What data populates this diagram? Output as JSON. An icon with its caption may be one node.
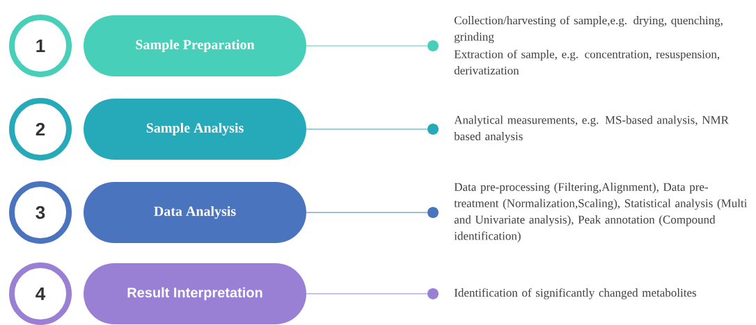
{
  "diagram": {
    "nodes": [
      {
        "text": [
          "1"
        ]
      },
      {
        "text": [
          "Sample Preparation"
        ]
      },
      {
        "text": [],
        "shape": "circle",
        "beside": [
          "Collection/harvesting of sample,e.g. drying, quenching, grinding",
          "Extraction of sample, e.g. concentration, resuspension, derivatization"
        ]
      },
      {
        "text": [
          "2"
        ]
      },
      {
        "text": [
          "Sample Analysis"
        ]
      },
      {
        "text": [],
        "shape": "circle",
        "beside": [
          "Analytical measurements, e.g. MS-based analysis, NMR based analysis"
        ]
      },
      {
        "text": [
          "3"
        ]
      },
      {
        "text": [
          "Data Analysis"
        ]
      },
      {
        "text": [],
        "shape": "circle",
        "beside": [
          "Data pre-processing (Filtering,Alignment), Data pre-treatment (Normalization,Scaling), Statistical analysis (Multi and Univariate analysis), Peak annotation (Compound identification)"
        ]
      },
      {
        "text": [
          "4"
        ]
      },
      {
        "text": [
          "Result Interpretation"
        ]
      },
      {
        "text": [],
        "shape": "circle",
        "beside": [
          "Identification of significantly changed metabolites"
        ]
      }
    ],
    "edges": [
      {
        "from": 1,
        "to": 2,
        "arrow": "none",
        "color": "#48cfb9"
      },
      {
        "from": 4,
        "to": 5,
        "arrow": "none",
        "color": "#26a9b8"
      },
      {
        "from": 7,
        "to": 8,
        "arrow": "none",
        "color": "#4a74bd"
      },
      {
        "from": 10,
        "to": 11,
        "arrow": "none",
        "color": "#9a80d4"
      }
    ]
  }
}
